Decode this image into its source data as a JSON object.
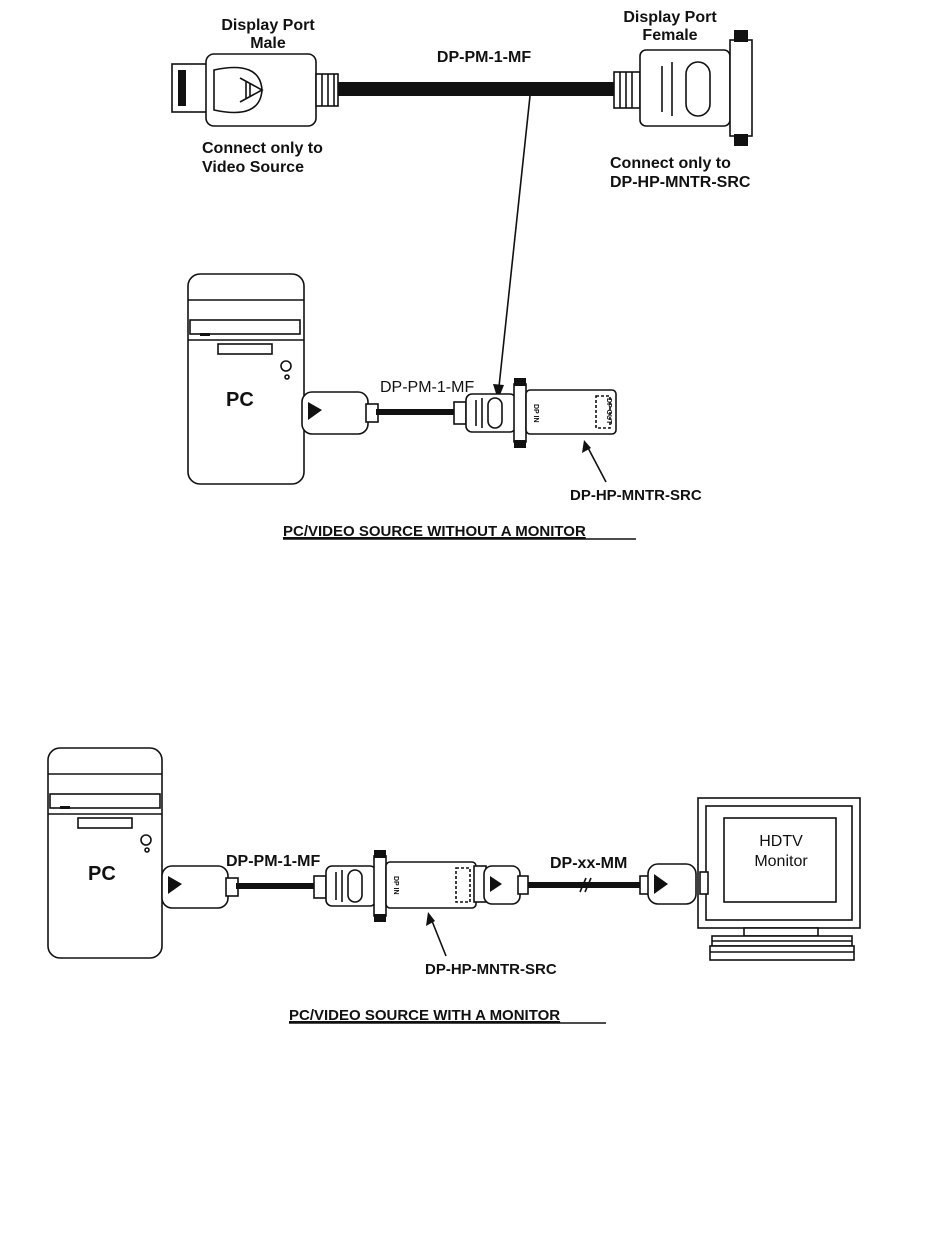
{
  "top_diagram": {
    "male_label": [
      "Display Port",
      "Male"
    ],
    "female_label": [
      "Display Port",
      "Female"
    ],
    "cable_label": "DP-PM-1-MF",
    "male_note": [
      "Connect only to",
      "Video Source"
    ],
    "female_note": [
      "Connect only to",
      "DP-HP-MNTR-SRC"
    ],
    "pc_label": "PC",
    "inline_cable_label": "DP-PM-1-MF",
    "emulator_in": "DP IN",
    "emulator_out": "DP OUT",
    "emulator_label": "DP-HP-MNTR-SRC",
    "caption": "PC/VIDEO SOURCE  WITHOUT A MONITOR"
  },
  "bottom_diagram": {
    "pc_label": "PC",
    "cable1_label": "DP-PM-1-MF",
    "emulator_in": "DP IN",
    "cable2_label": "DP-xx-MM",
    "monitor_label": [
      "HDTV",
      "Monitor"
    ],
    "emulator_label": "DP-HP-MNTR-SRC",
    "caption": "PC/VIDEO SOURCE  WITH A MONITOR"
  }
}
